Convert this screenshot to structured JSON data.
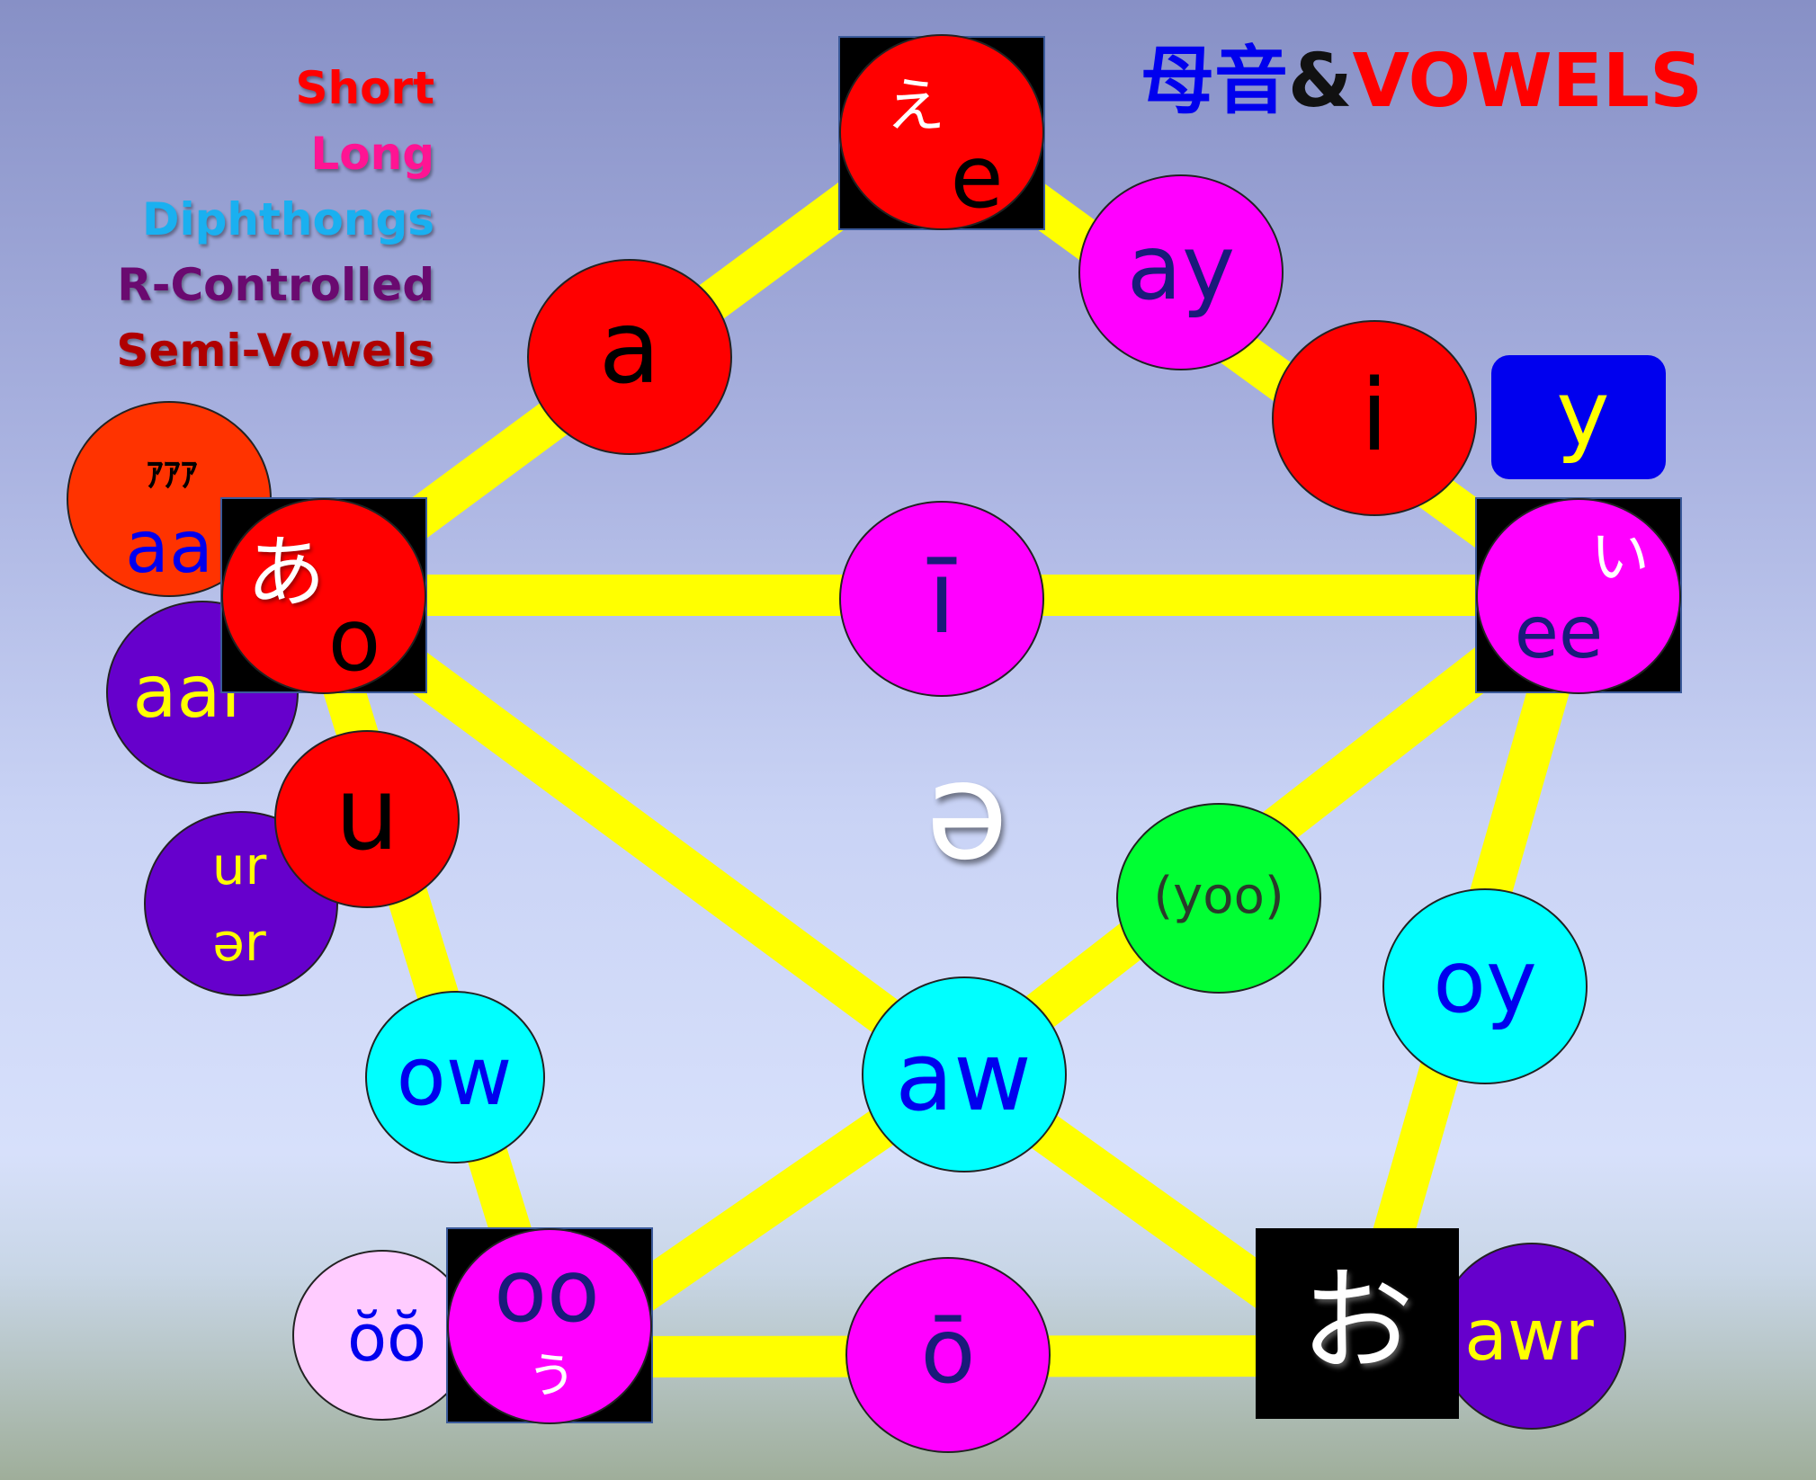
{
  "legend": {
    "short": "Short",
    "long": "Long",
    "diphthongs": "Diphthongs",
    "r_controlled": "R-Controlled",
    "semi_vowels": "Semi-Vowels"
  },
  "title": {
    "kanji": "母音",
    "amp": "&",
    "vowels": "VOWELS"
  },
  "center_symbol": "ə",
  "nodes": {
    "e": {
      "kana": "え",
      "roman": "e"
    },
    "o": {
      "kana": "あ",
      "roman": "o"
    },
    "ee": {
      "kana": "い",
      "roman": "ee"
    },
    "oo": {
      "kana": "ぅ",
      "roman": "oo"
    },
    "aw_corner": {
      "kana": "お"
    }
  },
  "vowels": {
    "a": "a",
    "ay": "ay",
    "i": "i",
    "long_i": "ī",
    "u": "u",
    "ow": "ow",
    "aw": "aw",
    "oy": "oy",
    "yoo": "(yoo)",
    "long_o": "ō",
    "short_oo": "ŏŏ"
  },
  "r_controlled": {
    "aar_kana": "ｱｱｱ",
    "aa": "aa",
    "aar": "aar",
    "ur": "ur",
    "er": "ər",
    "awr": "awr"
  },
  "semi_vowel": "y",
  "colors": {
    "short": "#ff0000",
    "long": "#ff00ff",
    "diphthong": "#00ffff",
    "r_controlled": "#6600cc",
    "semi_vowel": "#0000ee",
    "line": "#ffff00",
    "yoo": "#00ff33"
  }
}
